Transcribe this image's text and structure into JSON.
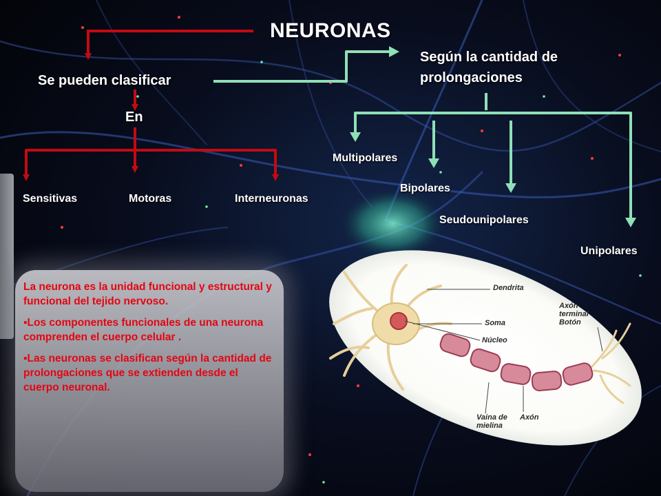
{
  "title": "NEURONAS",
  "classify_label": "Se pueden clasificar",
  "en_label": "En",
  "criterion_label": "Según la cantidad de prolongaciones",
  "function_types": [
    "Sensitivas",
    "Motoras",
    "Interneuronas"
  ],
  "process_types": [
    "Multipolares",
    "Bipolares",
    "Seudounipolares",
    "Unipolares"
  ],
  "info_panel": {
    "intro": "La neurona es la unidad funcional y estructural y funcional del tejido nervoso.",
    "bullet_1": "Los componentes funcionales de una neurona comprenden el cuerpo celular .",
    "bullet_2": "Las neuronas se clasifican según la cantidad de prolongaciones que se extienden desde el cuerpo neuronal.",
    "bullet_mark": "▪"
  },
  "neuron_labels": {
    "dendrita": "Dendrita",
    "soma": "Soma",
    "nucleo": "Núcleo",
    "axon_terminal": "Axón terminal Botón",
    "vaina": "Vaina de mielina",
    "axon": "Axón"
  },
  "colors": {
    "red_arrow": "#c40a12",
    "green_arrow": "#8fe0b6",
    "panel_text": "#e30613"
  }
}
